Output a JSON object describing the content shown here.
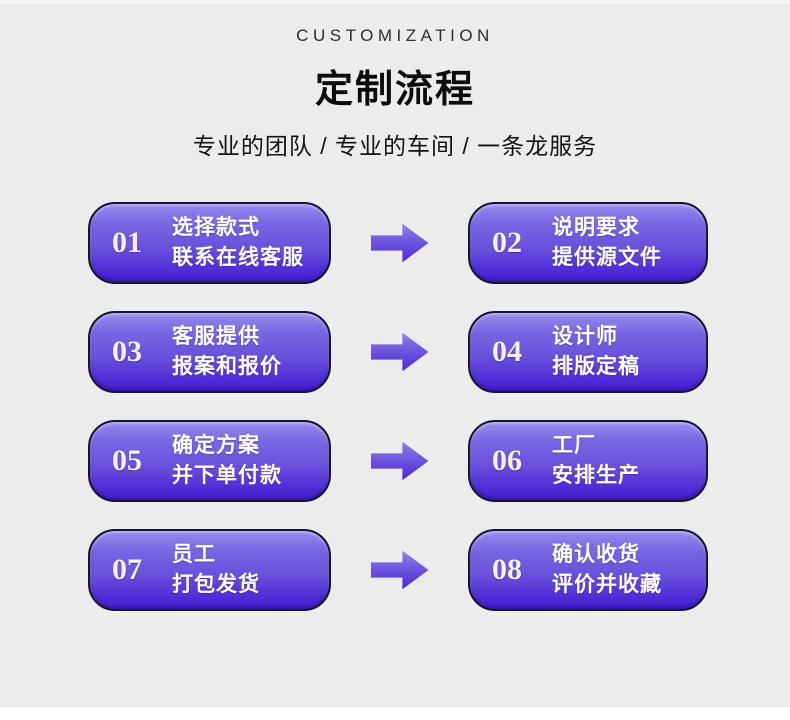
{
  "header": {
    "eyebrow": "CUSTOMIZATION",
    "title": "定制流程",
    "subtitle": "专业的团队 / 专业的车间 / 一条龙服务"
  },
  "colors": {
    "page_background": "#ececec",
    "card_gradient_top": "#968bee",
    "card_gradient_mid": "#6a52dc",
    "card_gradient_bottom": "#3e1ed0",
    "card_border": "#191333",
    "arrow_gradient_top": "#9283ea",
    "arrow_gradient_bottom": "#4b28d4",
    "card_text": "#ffffff",
    "number_text": "#f6f0e4",
    "heading_text": "#0c0c0c"
  },
  "steps": [
    {
      "number": "01",
      "line1": "选择款式",
      "line2": "联系在线客服"
    },
    {
      "number": "02",
      "line1": "说明要求",
      "line2": "提供源文件"
    },
    {
      "number": "03",
      "line1": "客服提供",
      "line2": "报案和报价"
    },
    {
      "number": "04",
      "line1": "设计师",
      "line2": "排版定稿"
    },
    {
      "number": "05",
      "line1": "确定方案",
      "line2": "并下单付款"
    },
    {
      "number": "06",
      "line1": "工厂",
      "line2": "安排生产"
    },
    {
      "number": "07",
      "line1": "员工",
      "line2": "打包发货"
    },
    {
      "number": "08",
      "line1": "确认收货",
      "line2": "评价并收藏"
    }
  ]
}
